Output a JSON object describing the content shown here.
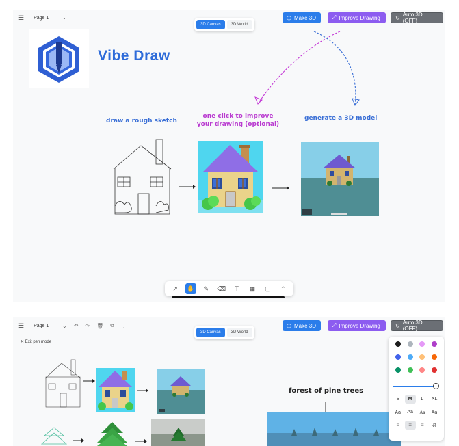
{
  "top": {
    "page_menu": {
      "label": "Page 1"
    },
    "view_toggle": {
      "canvas": "3D Canvas",
      "world": "3D World"
    },
    "actions": {
      "make3d": "Make 3D",
      "improve": "Improve Drawing",
      "auto3d": "Auto 3D (OFF)"
    },
    "brand": "Vibe Draw",
    "steps": {
      "sketch": "draw a rough sketch",
      "improve_1": "one click to improve",
      "improve_2": "your drawing (optional)",
      "model": "generate a 3D model"
    },
    "colors": {
      "accent": "#2b7dea",
      "improve": "#8c5cf0",
      "caption_blue": "#3a6fd6",
      "caption_purple": "#b93ad0"
    }
  },
  "bottom": {
    "page_menu": {
      "label": "Page 1"
    },
    "view_toggle": {
      "canvas": "3D Canvas",
      "world": "3D World"
    },
    "actions": {
      "make3d": "Make 3D",
      "improve": "Improve Drawing",
      "auto3d": "Auto 3D (OFF)"
    },
    "exit_pen": "Exit pen mode",
    "canvas_note": "forest of pine trees",
    "style_panel": {
      "colors": [
        "#1e1e1e",
        "#adb5bd",
        "#e599f7",
        "#ae3ec9",
        "#4263eb",
        "#4dabf7",
        "#ffc078",
        "#f76707",
        "#099268",
        "#40c057",
        "#ff8787",
        "#e03131"
      ],
      "sizes": [
        "S",
        "M",
        "L",
        "XL"
      ],
      "size_selected": "M",
      "fonts": [
        "Aa",
        "Aa",
        "Aa",
        "Aa"
      ]
    }
  },
  "toolbar": {
    "tools": [
      "select-tool",
      "hand-tool",
      "draw-tool",
      "eraser-tool",
      "text-tool",
      "asset-tool",
      "rectangle-tool",
      "more-tools"
    ],
    "active": "hand-tool"
  }
}
